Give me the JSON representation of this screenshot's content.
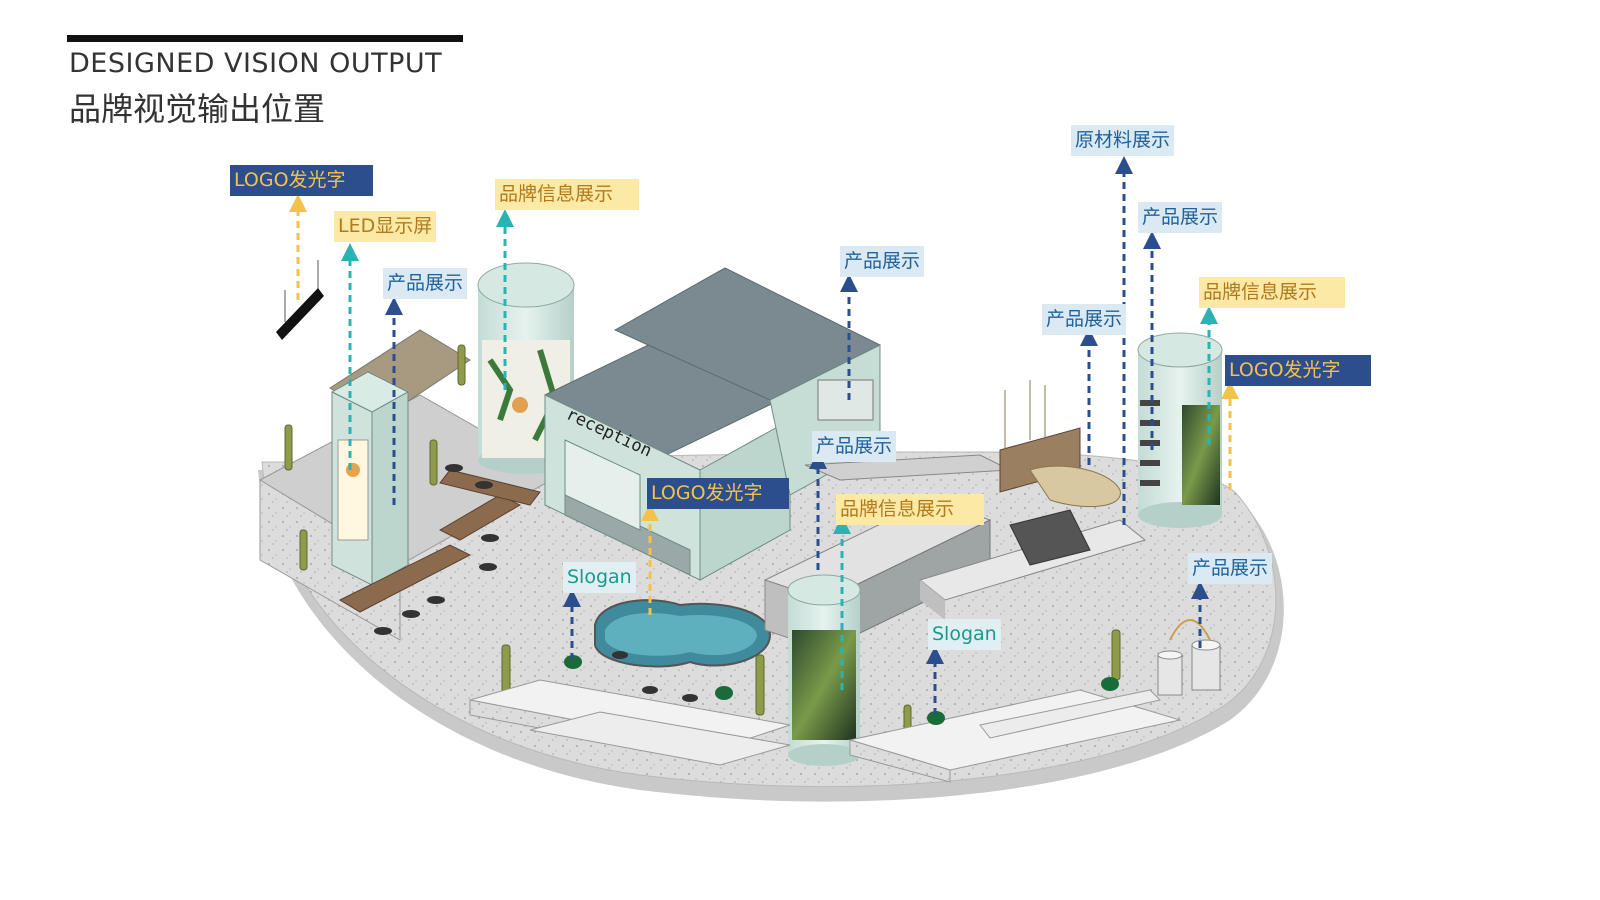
{
  "header": {
    "title_en": "DESIGNED VISION OUTPUT",
    "title_zh": "品牌视觉输出位置"
  },
  "signage": {
    "reception": "reception"
  },
  "callouts": [
    {
      "id": "logo-1",
      "text": "LOGO发光字",
      "style": "navy"
    },
    {
      "id": "led-1",
      "text": "LED显示屏",
      "style": "yellow"
    },
    {
      "id": "product-1",
      "text": "产品展示",
      "style": "lightblue"
    },
    {
      "id": "brand-info-1",
      "text": "品牌信息展示",
      "style": "yellow"
    },
    {
      "id": "product-2",
      "text": "产品展示",
      "style": "lightblue"
    },
    {
      "id": "logo-2",
      "text": "LOGO发光字",
      "style": "navy"
    },
    {
      "id": "slogan-1",
      "text": "Slogan",
      "style": "teal"
    },
    {
      "id": "product-3",
      "text": "产品展示",
      "style": "lightblue"
    },
    {
      "id": "brand-info-2",
      "text": "品牌信息展示",
      "style": "yellow"
    },
    {
      "id": "slogan-2",
      "text": "Slogan",
      "style": "teal"
    },
    {
      "id": "raw-material-1",
      "text": "原材料展示",
      "style": "lightblue"
    },
    {
      "id": "product-4",
      "text": "产品展示",
      "style": "lightblue"
    },
    {
      "id": "product-5",
      "text": "产品展示",
      "style": "lightblue"
    },
    {
      "id": "brand-info-3",
      "text": "品牌信息展示",
      "style": "yellow"
    },
    {
      "id": "logo-3",
      "text": "LOGO发光字",
      "style": "navy"
    },
    {
      "id": "product-6",
      "text": "产品展示",
      "style": "lightblue"
    }
  ],
  "colors": {
    "navy": "#2d4e8c",
    "logo_text": "#f3c24c",
    "yellow_bg": "#fde9a6",
    "yellow_text": "#b07a1c",
    "lightblue_bg": "#dbe9f2",
    "lightblue_text": "#21629a",
    "teal_text": "#1a9a8c",
    "arrow_navy": "#2d4e8c",
    "arrow_teal": "#2bb3b3",
    "arrow_yellow": "#f3c24c",
    "floor": "#d9d9d9",
    "building": "#cfe3dc",
    "roof": "#7a8a90"
  }
}
